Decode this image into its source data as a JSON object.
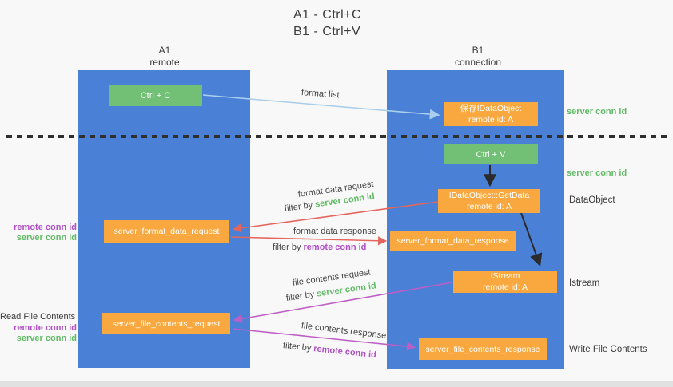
{
  "title": {
    "line1": "A1 - Ctrl+C",
    "line2": "B1 - Ctrl+V"
  },
  "columns": {
    "a": {
      "name": "A1",
      "subtitle": "remote"
    },
    "b": {
      "name": "B1",
      "subtitle": "connection"
    }
  },
  "boxes": {
    "ctrl_c": {
      "label": "Ctrl + C"
    },
    "save_dataobject": {
      "line1": "保存IDataObject",
      "line2": "remote id: A"
    },
    "ctrl_v": {
      "label": "Ctrl + V"
    },
    "getdata": {
      "line1": "IDataObject::GetData",
      "line2": "remote id: A"
    },
    "format_request": {
      "label": "server_format_data_request"
    },
    "format_response": {
      "label": "server_format_data_response"
    },
    "istream": {
      "line1": "IStream",
      "line2": "remote id: A"
    },
    "file_request": {
      "label": "server_file_contents_request"
    },
    "file_response": {
      "label": "server_file_contents_response"
    }
  },
  "arrows": {
    "format_list": {
      "label": "format list"
    },
    "format_data_request": {
      "label": "format data request",
      "filter_prefix": "filter by",
      "filter_key": "server conn id"
    },
    "format_data_response": {
      "label": "format data response",
      "filter_prefix": "filter by",
      "filter_key": "remote conn id"
    },
    "file_contents_request": {
      "label": "file contents request",
      "filter_prefix": "filter by",
      "filter_key": "server conn id"
    },
    "file_contents_response": {
      "label": "file contents response",
      "filter_prefix": "filter by",
      "filter_key": "remote conn id"
    }
  },
  "right_labels": {
    "server_conn_id_top": "server conn id",
    "server_conn_id_mid": "server conn id",
    "dataobject": "DataObject",
    "istream": "Istream",
    "write_file_contents": "Write File Contents"
  },
  "left_labels": {
    "remote_conn_id_top": "remote conn id",
    "server_conn_id_top": "server conn id",
    "read_file_contents": "Read File Contents",
    "remote_conn_id_bottom": "remote conn id",
    "server_conn_id_bottom": "server conn id"
  },
  "colors": {
    "column_blue": "#4a80d6",
    "box_green": "#72c075",
    "box_orange": "#f8a83e",
    "green_text": "#62ba66",
    "purple_text": "#b14fc9",
    "red_arrow": "#e5655c",
    "purple_arrow": "#bf5ec6",
    "blue_arrow": "#a9cfec",
    "black_arrow": "#2b2b2b"
  }
}
